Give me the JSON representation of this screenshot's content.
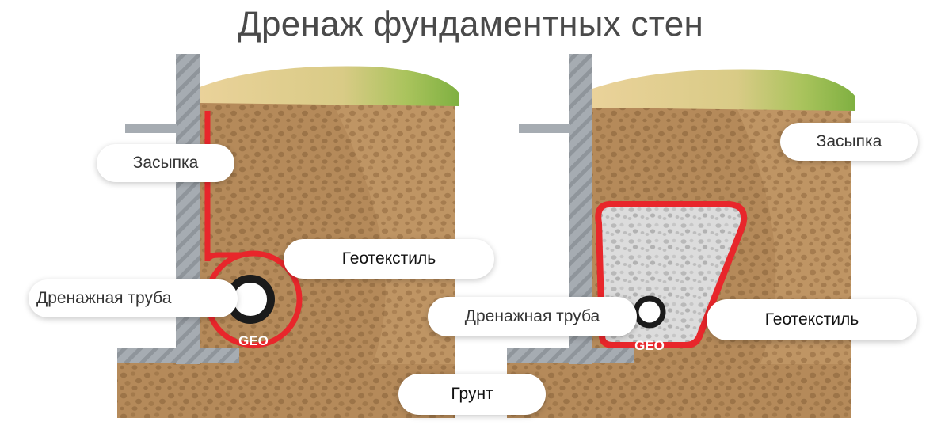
{
  "title": "Дренаж фундаментных стен",
  "left_diagram": {
    "label_backfill": "Засыпка",
    "label_geotextile": "Геотекстиль",
    "label_drain_pipe": "Дренажная труба",
    "pipe_marking": "GEO"
  },
  "right_diagram": {
    "label_backfill": "Засыпка",
    "label_geotextile": "Геотекстиль",
    "label_drain_pipe": "Дренажная труба",
    "pipe_marking": "GEO"
  },
  "label_ground": "Грунт",
  "colors": {
    "soil": "#b58a5a",
    "soil_spots": "#9c7448",
    "grass": "#7fb041",
    "sand_top": "#e3c98c",
    "wall": "#9aa0a6",
    "geotextile": "#e8262b",
    "pipe": "#1b1b1b",
    "gravel": "#d4d4d4"
  }
}
